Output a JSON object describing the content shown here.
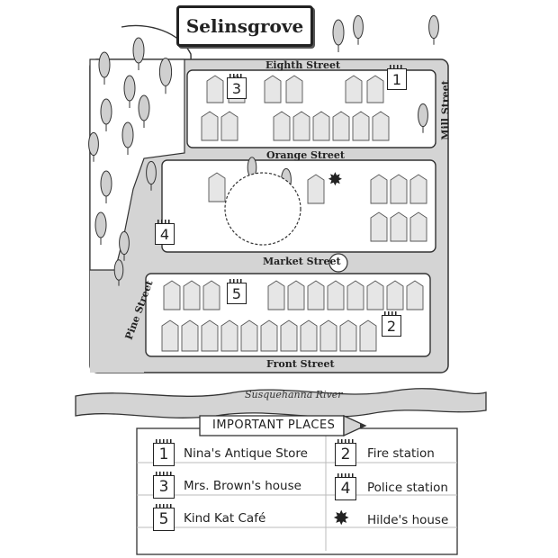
{
  "map_title": "Selinsgrove",
  "streets": {
    "eighth": "Eighth Street",
    "orange": "Orange Street",
    "market": "Market Street",
    "front": "Front Street",
    "mill": "Mill Street",
    "pine": "Pine Street"
  },
  "river": "Susquehanna River",
  "legend": {
    "title": "IMPORTANT PLACES",
    "items": [
      {
        "marker": "1",
        "label": "Nina's Antique Store"
      },
      {
        "marker": "2",
        "label": "Fire station"
      },
      {
        "marker": "3",
        "label": "Mrs. Brown's house"
      },
      {
        "marker": "4",
        "label": "Police station"
      },
      {
        "marker": "5",
        "label": "Kind Kat Café"
      },
      {
        "marker": "star",
        "label": "Hilde's house"
      }
    ]
  },
  "map_markers": [
    "1",
    "2",
    "3",
    "4",
    "5"
  ],
  "colors": {
    "road": "#d4d4d4",
    "block": "#ffffff",
    "outline": "#222222",
    "house": "#e6e6e6"
  }
}
